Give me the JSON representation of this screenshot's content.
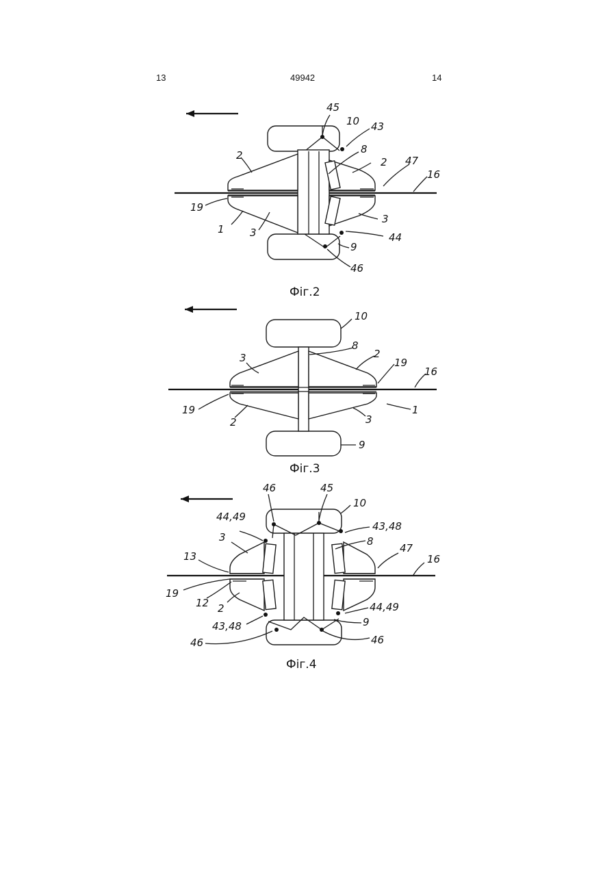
{
  "header": {
    "left_page": "13",
    "patent_number": "49942",
    "right_page": "14"
  },
  "figures": [
    {
      "id": "fig2",
      "caption": "Фіг.2",
      "labels": {
        "l45": "45",
        "l10": "10",
        "l43": "43",
        "l2a": "2",
        "l8": "8",
        "l2b": "2",
        "l47": "47",
        "l16": "16",
        "l19": "19",
        "l1": "1",
        "l3a": "3",
        "l3b": "3",
        "l44": "44",
        "l9": "9",
        "l46": "46"
      }
    },
    {
      "id": "fig3",
      "caption": "Фіг.3",
      "labels": {
        "l10": "10",
        "l8": "8",
        "l3a": "3",
        "l2a": "2",
        "l19a": "19",
        "l16": "16",
        "l19b": "19",
        "l2b": "2",
        "l3b": "3",
        "l1": "1",
        "l9": "9"
      }
    },
    {
      "id": "fig4",
      "caption": "Фіг.4",
      "labels": {
        "l46a": "46",
        "l45": "45",
        "l10": "10",
        "l4449a": "44,49",
        "l4348a": "43,48",
        "l3": "3",
        "l8": "8",
        "l47": "47",
        "l13": "13",
        "l16": "16",
        "l19": "19",
        "l12": "12",
        "l2": "2",
        "l4449b": "44,49",
        "l4348b": "43,48",
        "l9": "9",
        "l46b": "46",
        "l46c": "46"
      }
    }
  ]
}
